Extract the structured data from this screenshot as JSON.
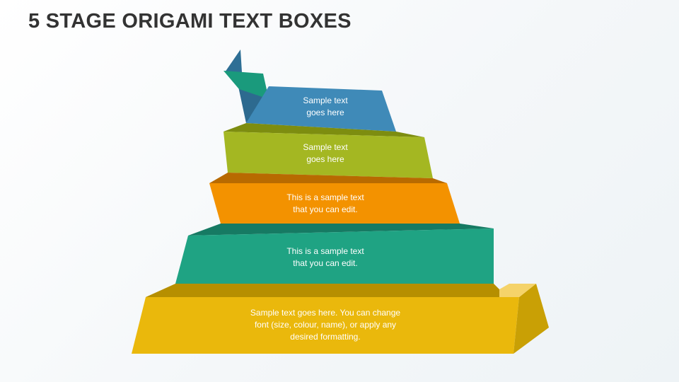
{
  "title": "5 STAGE ORIGAMI TEXT BOXES",
  "stages": [
    {
      "lines": [
        "Sample text",
        "goes here"
      ],
      "color": "#3f8ab8"
    },
    {
      "lines": [
        "Sample text",
        "goes here"
      ],
      "color": "#a4b722"
    },
    {
      "lines": [
        "This is a sample text",
        "that you can edit."
      ],
      "color": "#f39200"
    },
    {
      "lines": [
        "This is a sample text",
        "that you can edit."
      ],
      "color": "#1fa383"
    },
    {
      "lines": [
        "Sample text goes here. You can change",
        "font (size, colour, name), or apply any",
        "desired formatting."
      ],
      "color": "#eab80c"
    }
  ]
}
